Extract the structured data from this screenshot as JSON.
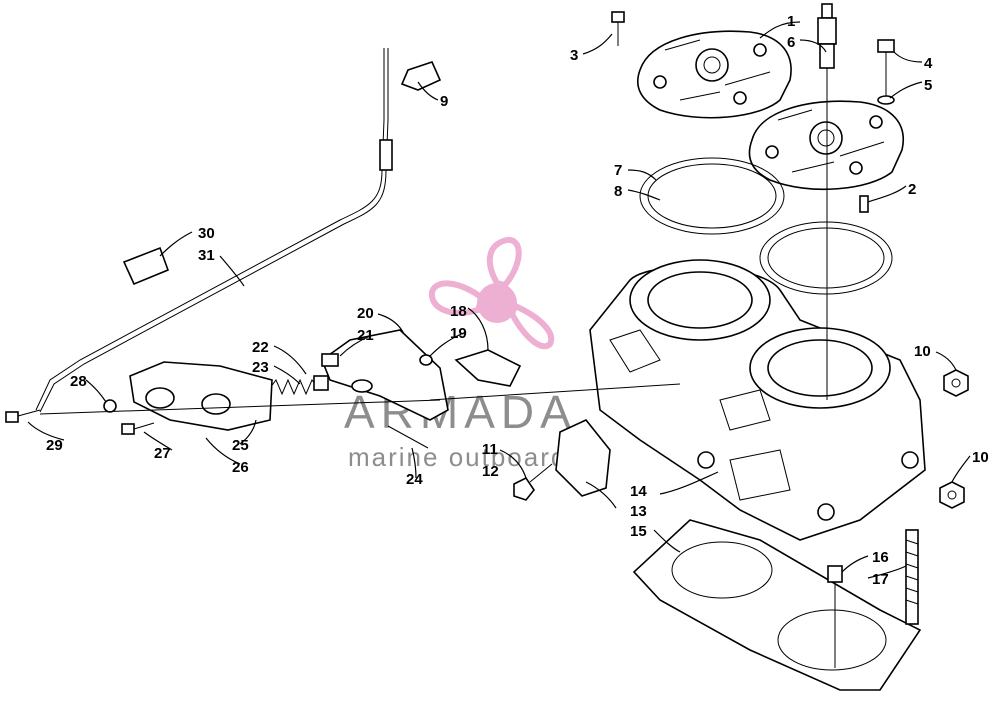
{
  "watermark": {
    "brand": "ARMADA",
    "tagline": "marine outboards",
    "logo_color": "#e896c4",
    "text_color": "#7a7a7a"
  },
  "callouts": [
    {
      "id": "c1",
      "label": "1"
    },
    {
      "id": "c2",
      "label": "2"
    },
    {
      "id": "c3",
      "label": "3"
    },
    {
      "id": "c4",
      "label": "4"
    },
    {
      "id": "c5",
      "label": "5"
    },
    {
      "id": "c6",
      "label": "6"
    },
    {
      "id": "c7",
      "label": "7"
    },
    {
      "id": "c8",
      "label": "8"
    },
    {
      "id": "c9",
      "label": "9"
    },
    {
      "id": "c10a",
      "label": "10"
    },
    {
      "id": "c10b",
      "label": "10"
    },
    {
      "id": "c11",
      "label": "11"
    },
    {
      "id": "c12",
      "label": "12"
    },
    {
      "id": "c13",
      "label": "13"
    },
    {
      "id": "c14",
      "label": "14"
    },
    {
      "id": "c15",
      "label": "15"
    },
    {
      "id": "c16",
      "label": "16"
    },
    {
      "id": "c17",
      "label": "17"
    },
    {
      "id": "c18",
      "label": "18"
    },
    {
      "id": "c19",
      "label": "19"
    },
    {
      "id": "c20",
      "label": "20"
    },
    {
      "id": "c21",
      "label": "21"
    },
    {
      "id": "c22",
      "label": "22"
    },
    {
      "id": "c23",
      "label": "23"
    },
    {
      "id": "c24",
      "label": "24"
    },
    {
      "id": "c25",
      "label": "25"
    },
    {
      "id": "c26",
      "label": "26"
    },
    {
      "id": "c27",
      "label": "27"
    },
    {
      "id": "c28",
      "label": "28"
    },
    {
      "id": "c29",
      "label": "29"
    },
    {
      "id": "c30",
      "label": "30"
    },
    {
      "id": "c31",
      "label": "31"
    }
  ]
}
